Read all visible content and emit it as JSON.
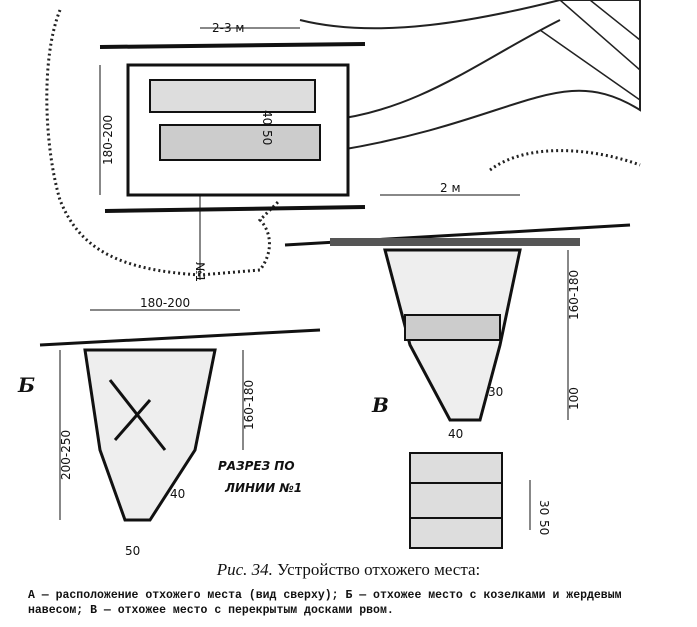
{
  "figure": {
    "top_view": {
      "width_label": "2-3 м",
      "length_label": "180-200",
      "gap_label": "40",
      "board_label": "50",
      "section_line_label": "№1"
    },
    "variant_v": {
      "letter": "В",
      "width_label": "2 м",
      "depth_label": "160-180",
      "bottom_depth_label": "100",
      "step_label": "30",
      "bottom_width_label": "40"
    },
    "variant_b": {
      "letter": "Б",
      "width_label": "180-200",
      "total_depth_label": "200-250",
      "depth_label": "160-180",
      "ledge_label": "40",
      "bottom_width_label": "50",
      "section_note_line1": "РАЗРЕЗ ПО",
      "section_note_line2": "ЛИНИИ №1"
    },
    "planks": {
      "label_30": "30",
      "label_50": "50"
    }
  },
  "caption": {
    "prefix": "Рис. 34.",
    "title": "Устройство отхожего места:",
    "body": "А — расположение отхожего места (вид сверху); Б — отхожее место с козелками и жердевым навесом; В — отхожее место с перекрытым досками рвом."
  }
}
